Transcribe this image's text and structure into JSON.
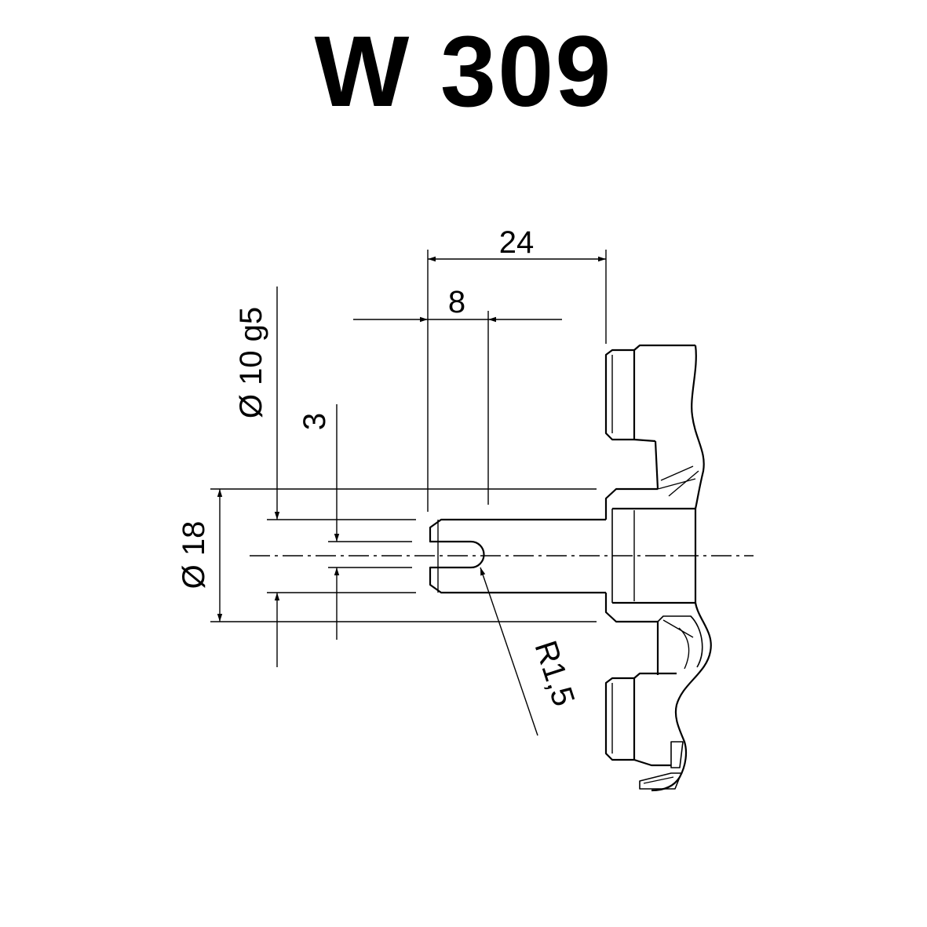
{
  "title": "W 309",
  "dimensions": {
    "overall_length": "24",
    "slot_depth": "8",
    "shaft_diameter": "Ø 10 g5",
    "slot_width": "3",
    "outer_diameter": "Ø 18",
    "slot_radius": "R1,5"
  },
  "colors": {
    "line": "#000000",
    "background": "#ffffff"
  }
}
